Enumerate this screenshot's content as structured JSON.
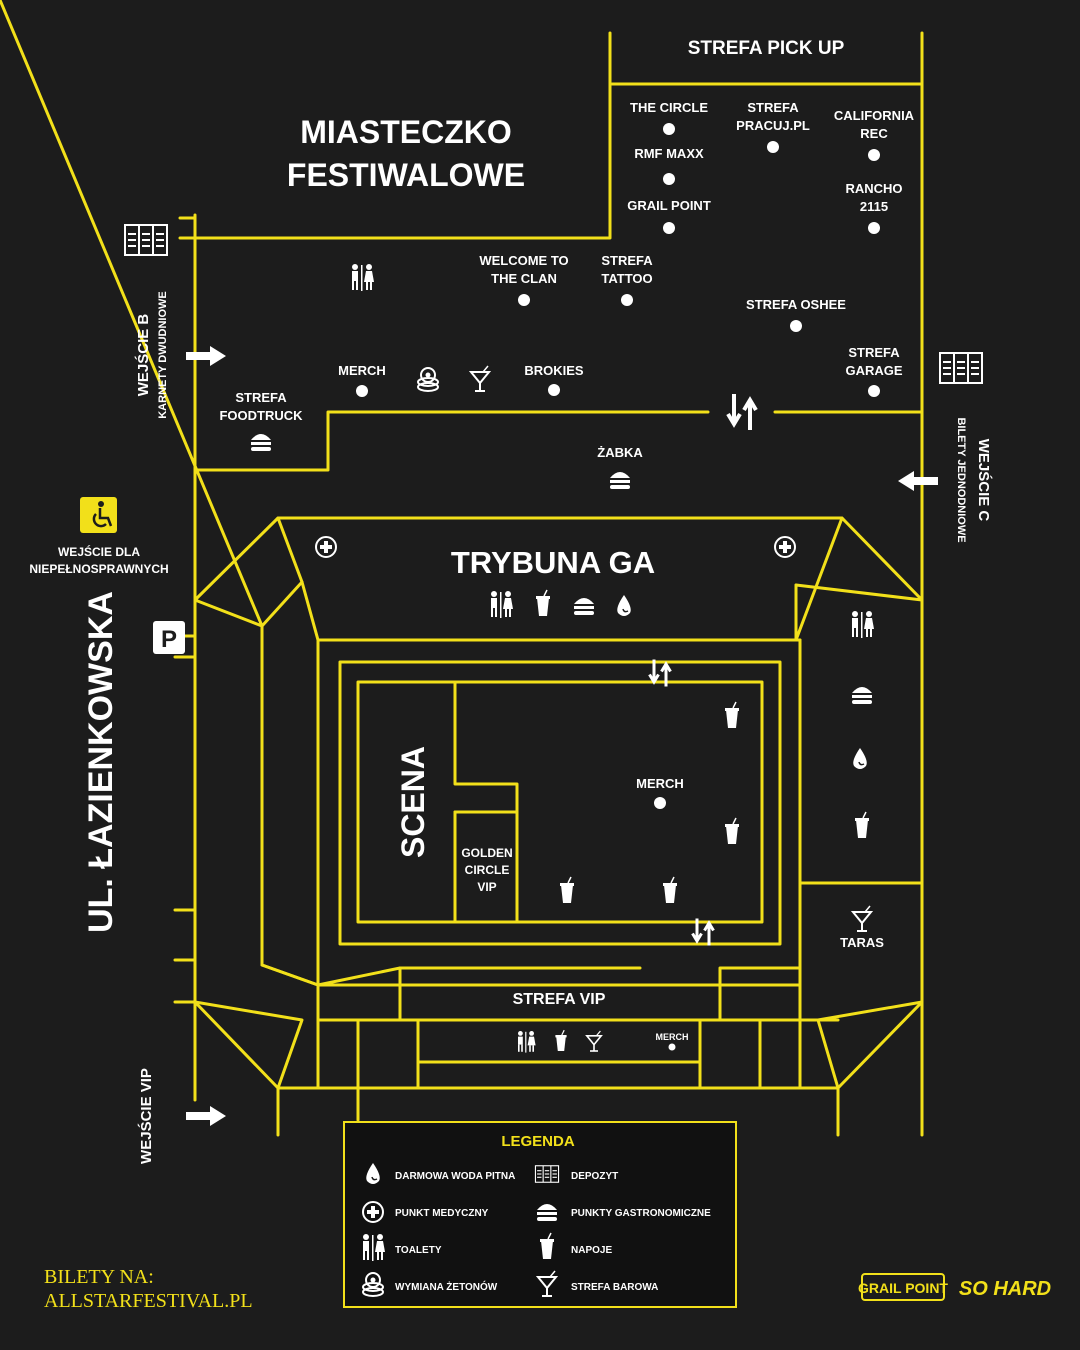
{
  "colors": {
    "background": "#1c1c1c",
    "route": "#f2e01a",
    "text": "#ffffff",
    "accent": "#f2e01a"
  },
  "areas": {
    "pickup_zone": "STREFA PICK UP",
    "festival_town_line1": "MIASTECZKO",
    "festival_town_line2": "FESTIWALOWE",
    "grandstand": "TRYBUNA GA",
    "stage": "SCENA",
    "golden_line1": "GOLDEN",
    "golden_line2": "CIRCLE",
    "golden_line3": "VIP",
    "vip_zone": "STREFA VIP",
    "terrace": "TARAS",
    "street": "UL. ŁAZIENKOWSKA"
  },
  "points": {
    "the_circle": "THE CIRCLE",
    "strefa_pracuj_1": "STREFA",
    "strefa_pracuj_2": "PRACUJ.PL",
    "california_1": "CALIFORNIA",
    "california_2": "REC",
    "rmf_maxx": "RMF MAXX",
    "rancho_1": "RANCHO",
    "rancho_2": "2115",
    "grail_point": "GRAIL POINT",
    "welcome_1": "WELCOME TO",
    "welcome_2": "THE CLAN",
    "tattoo_1": "STREFA",
    "tattoo_2": "TATTOO",
    "oshee": "STREFA OSHEE",
    "garage_1": "STREFA",
    "garage_2": "GARAGE",
    "merch_top": "MERCH",
    "brokies": "BROKIES",
    "foodtruck_1": "STREFA",
    "foodtruck_2": "FOODTRUCK",
    "zabka": "ŻABKA",
    "merch_floor": "MERCH",
    "merch_vip": "MERCH"
  },
  "entrances": {
    "b_title": "WEJŚCIE B",
    "b_sub": "KARNETY DWUDNIOWE",
    "c_title": "WEJŚCIE C",
    "c_sub": "BILETY JEDNODNIOWE",
    "disabled_1": "WEJŚCIE DLA",
    "disabled_2": "NIEPEŁNOSPRAWNYCH",
    "vip": "WEJŚCIE VIP",
    "parking": "P"
  },
  "legend": {
    "title": "LEGENDA",
    "items": [
      {
        "icon": "water-drop-icon",
        "label": "DARMOWA WODA PITNA"
      },
      {
        "icon": "locker-icon",
        "label": "DEPOZYT"
      },
      {
        "icon": "medical-cross-icon",
        "label": "PUNKT MEDYCZNY"
      },
      {
        "icon": "burger-icon",
        "label": "PUNKTY GASTRONOMICZNE"
      },
      {
        "icon": "toilet-icon",
        "label": "TOALETY"
      },
      {
        "icon": "drink-cup-icon",
        "label": "NAPOJE"
      },
      {
        "icon": "token-icon",
        "label": "WYMIANA ŻETONÓW"
      },
      {
        "icon": "cocktail-icon",
        "label": "STREFA BAROWA"
      }
    ]
  },
  "footer": {
    "tickets_1": "BILETY NA:",
    "tickets_2": "ALLSTARFESTIVAL.PL",
    "brand1": "GRAIL POINT",
    "brand2": "SO HARD"
  }
}
